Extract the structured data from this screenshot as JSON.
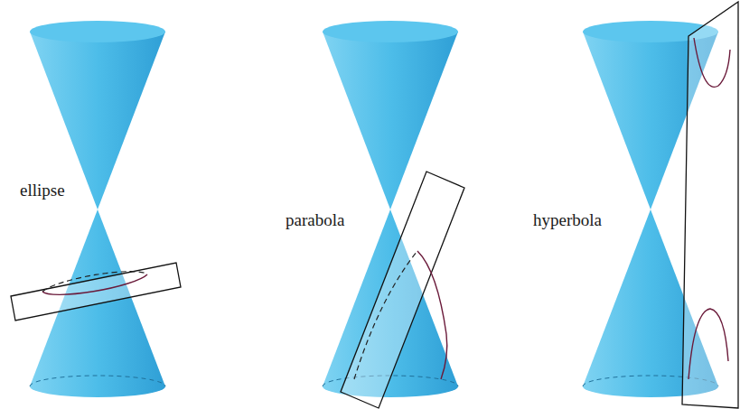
{
  "diagram": {
    "labels": [
      "ellipse",
      "parabola",
      "hyperbola"
    ]
  }
}
